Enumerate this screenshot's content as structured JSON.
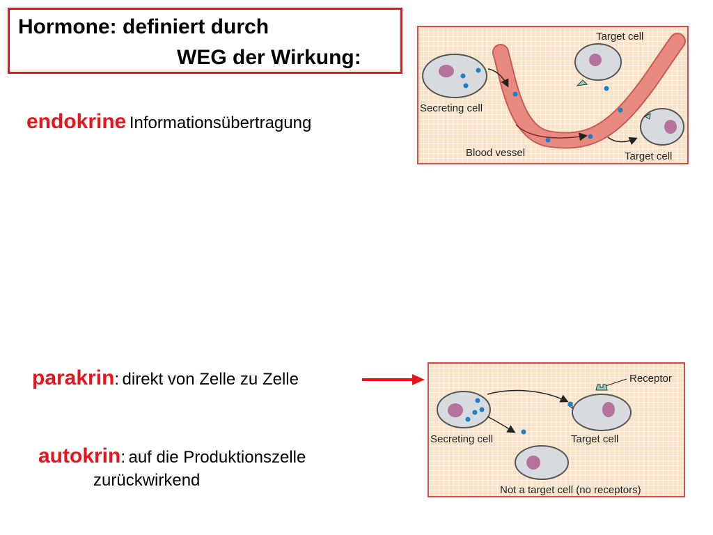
{
  "title": {
    "line1": "Hormone: definiert durch",
    "line2": "WEG der Wirkung:"
  },
  "endocrine": {
    "keyword": "endokrine",
    "description": "Informationsübertragung"
  },
  "paracrine": {
    "keyword": "parakrin",
    "separator": ":",
    "description": "direkt von Zelle zu Zelle"
  },
  "autocrine": {
    "keyword": "autokrin",
    "separator": ":",
    "description_line1": "auf die Produktionszelle",
    "description_line2": "zurückwirkend"
  },
  "figure_endocrine": {
    "secreting_cell": "Secreting cell",
    "target_cell_top": "Target cell",
    "target_cell_bottom": "Target cell",
    "blood_vessel": "Blood vessel"
  },
  "figure_paracrine": {
    "receptor": "Receptor",
    "secreting_cell": "Secreting cell",
    "target_cell": "Target cell",
    "not_target_cell": "Not a target cell (no receptors)"
  },
  "colors": {
    "accent_red": "#e8141b",
    "panel_bg": "#f8e3c8",
    "vessel": "#e98a80",
    "cell": "#d7dadf",
    "nucleus": "#b5739c",
    "hormone": "#1f7fc6"
  }
}
